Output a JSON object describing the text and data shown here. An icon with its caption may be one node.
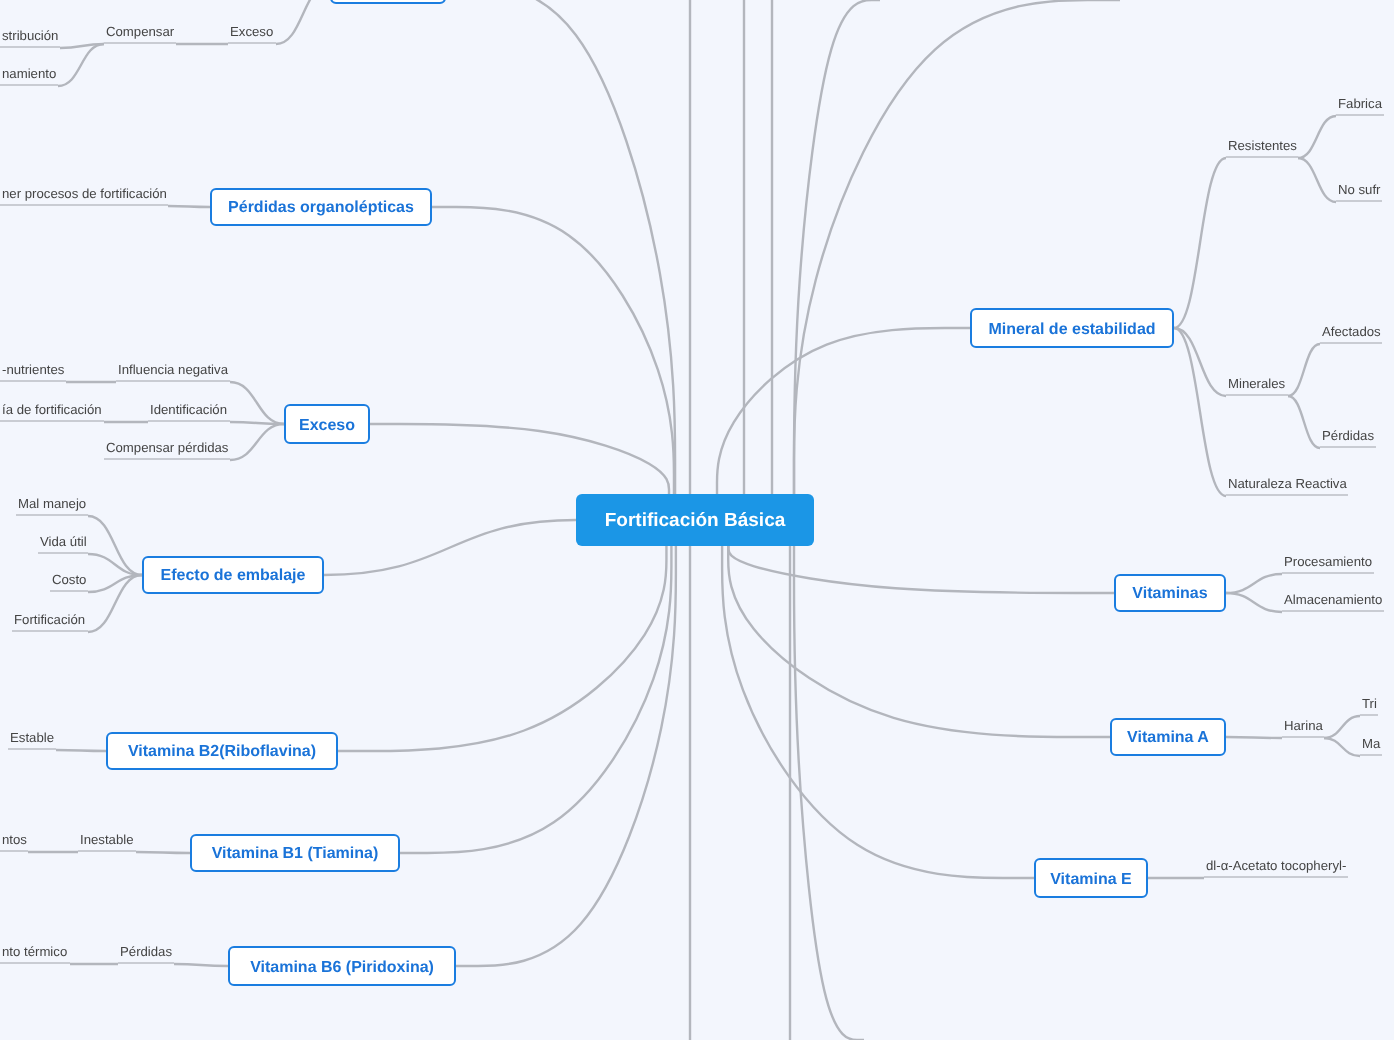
{
  "diagram": {
    "nodes": [
      {
        "text": [
          "Fortificación Básica"
        ]
      },
      {
        "text": [],
        "shape": "box"
      },
      {
        "text": [
          "Exceso"
        ]
      },
      {
        "text": [
          "Compensar"
        ]
      },
      {
        "text": [
          "stribución"
        ]
      },
      {
        "text": [
          "namiento"
        ]
      },
      {
        "text": [
          "Pérdidas organolépticas"
        ]
      },
      {
        "text": [
          "ner procesos de fortificación"
        ]
      },
      {
        "text": [
          "Exceso"
        ]
      },
      {
        "text": [
          "Influencia negativa"
        ]
      },
      {
        "text": [
          "-nutrientes"
        ]
      },
      {
        "text": [
          "Identificación"
        ]
      },
      {
        "text": [
          "ía de fortificación"
        ]
      },
      {
        "text": [
          "Compensar pérdidas"
        ]
      },
      {
        "text": [
          "Efecto de embalaje"
        ]
      },
      {
        "text": [
          "Mal manejo"
        ]
      },
      {
        "text": [
          "Vida útil"
        ]
      },
      {
        "text": [
          "Costo"
        ]
      },
      {
        "text": [
          "Fortificación"
        ]
      },
      {
        "text": [
          "Vitamina B2(Riboflavina)"
        ]
      },
      {
        "text": [
          "Estable"
        ]
      },
      {
        "text": [
          "Vitamina B1 (Tiamina)"
        ]
      },
      {
        "text": [
          "Inestable"
        ]
      },
      {
        "text": [
          "ntos"
        ]
      },
      {
        "text": [
          "Vitamina B6 (Piridoxina)"
        ]
      },
      {
        "text": [
          "Pérdidas"
        ]
      },
      {
        "text": [
          "nto térmico"
        ]
      },
      {
        "text": [
          "Mineral de estabilidad"
        ]
      },
      {
        "text": [
          "Resistentes"
        ]
      },
      {
        "text": [
          "Fabrica"
        ]
      },
      {
        "text": [
          "No sufr"
        ]
      },
      {
        "text": [
          "Minerales"
        ]
      },
      {
        "text": [
          "Afectados"
        ]
      },
      {
        "text": [
          "Pérdidas"
        ]
      },
      {
        "text": [
          "Naturaleza Reactiva"
        ]
      },
      {
        "text": [
          "Vitaminas"
        ]
      },
      {
        "text": [
          "Procesamiento"
        ]
      },
      {
        "text": [
          "Almacenamiento"
        ]
      },
      {
        "text": [
          "Vitamina A"
        ]
      },
      {
        "text": [
          "Harina"
        ]
      },
      {
        "text": [
          "Tri"
        ]
      },
      {
        "text": [
          "Ma"
        ]
      },
      {
        "text": [
          "Vitamina E"
        ]
      },
      {
        "text": [
          "dl-α-Acetato tocopheryl-"
        ]
      }
    ],
    "edges": [
      {
        "from": 0,
        "to": 1,
        "arrow": "none"
      },
      {
        "from": 0,
        "to": 6,
        "arrow": "none"
      },
      {
        "from": 0,
        "to": 8,
        "arrow": "none"
      },
      {
        "from": 0,
        "to": 14,
        "arrow": "none"
      },
      {
        "from": 0,
        "to": 19,
        "arrow": "none"
      },
      {
        "from": 0,
        "to": 21,
        "arrow": "none"
      },
      {
        "from": 0,
        "to": 24,
        "arrow": "none"
      },
      {
        "from": 0,
        "to": 27,
        "arrow": "none"
      },
      {
        "from": 0,
        "to": 35,
        "arrow": "none"
      },
      {
        "from": 0,
        "to": 38,
        "arrow": "none"
      },
      {
        "from": 0,
        "to": 42,
        "arrow": "none"
      },
      {
        "from": 0,
        "to": null,
        "arrow": "none"
      },
      {
        "from": 0,
        "to": null,
        "arrow": "none"
      },
      {
        "from": 0,
        "to": null,
        "arrow": "none"
      },
      {
        "from": 0,
        "to": null,
        "arrow": "none"
      },
      {
        "from": 0,
        "to": null,
        "arrow": "none"
      },
      {
        "from": 0,
        "to": null,
        "arrow": "none"
      },
      {
        "from": 0,
        "to": null,
        "arrow": "none"
      },
      {
        "from": 0,
        "to": null,
        "arrow": "none"
      },
      {
        "from": 1,
        "to": 2,
        "arrow": "none"
      },
      {
        "from": 2,
        "to": 3,
        "arrow": "none"
      },
      {
        "from": 3,
        "to": 4,
        "arrow": "none"
      },
      {
        "from": 3,
        "to": 5,
        "arrow": "none"
      },
      {
        "from": 6,
        "to": 7,
        "arrow": "none"
      },
      {
        "from": 8,
        "to": 9,
        "arrow": "none"
      },
      {
        "from": 9,
        "to": 10,
        "arrow": "none"
      },
      {
        "from": 8,
        "to": 11,
        "arrow": "none"
      },
      {
        "from": 11,
        "to": 12,
        "arrow": "none"
      },
      {
        "from": 8,
        "to": 13,
        "arrow": "none"
      },
      {
        "from": 14,
        "to": 15,
        "arrow": "none"
      },
      {
        "from": 14,
        "to": 16,
        "arrow": "none"
      },
      {
        "from": 14,
        "to": 17,
        "arrow": "none"
      },
      {
        "from": 14,
        "to": 18,
        "arrow": "none"
      },
      {
        "from": 19,
        "to": 20,
        "arrow": "none"
      },
      {
        "from": 21,
        "to": 22,
        "arrow": "none"
      },
      {
        "from": 22,
        "to": 23,
        "arrow": "none"
      },
      {
        "from": 24,
        "to": 25,
        "arrow": "none"
      },
      {
        "from": 25,
        "to": 26,
        "arrow": "none"
      },
      {
        "from": 27,
        "to": 28,
        "arrow": "none"
      },
      {
        "from": 28,
        "to": 29,
        "arrow": "none"
      },
      {
        "from": 28,
        "to": 30,
        "arrow": "none"
      },
      {
        "from": 27,
        "to": 31,
        "arrow": "none"
      },
      {
        "from": 31,
        "to": 32,
        "arrow": "none"
      },
      {
        "from": 31,
        "to": 33,
        "arrow": "none"
      },
      {
        "from": 27,
        "to": 34,
        "arrow": "none"
      },
      {
        "from": 35,
        "to": 36,
        "arrow": "none"
      },
      {
        "from": 35,
        "to": 37,
        "arrow": "none"
      },
      {
        "from": 38,
        "to": 39,
        "arrow": "none"
      },
      {
        "from": 39,
        "to": 40,
        "arrow": "none"
      },
      {
        "from": 39,
        "to": 41,
        "arrow": "none"
      },
      {
        "from": 42,
        "to": 43,
        "arrow": "none"
      }
    ]
  }
}
